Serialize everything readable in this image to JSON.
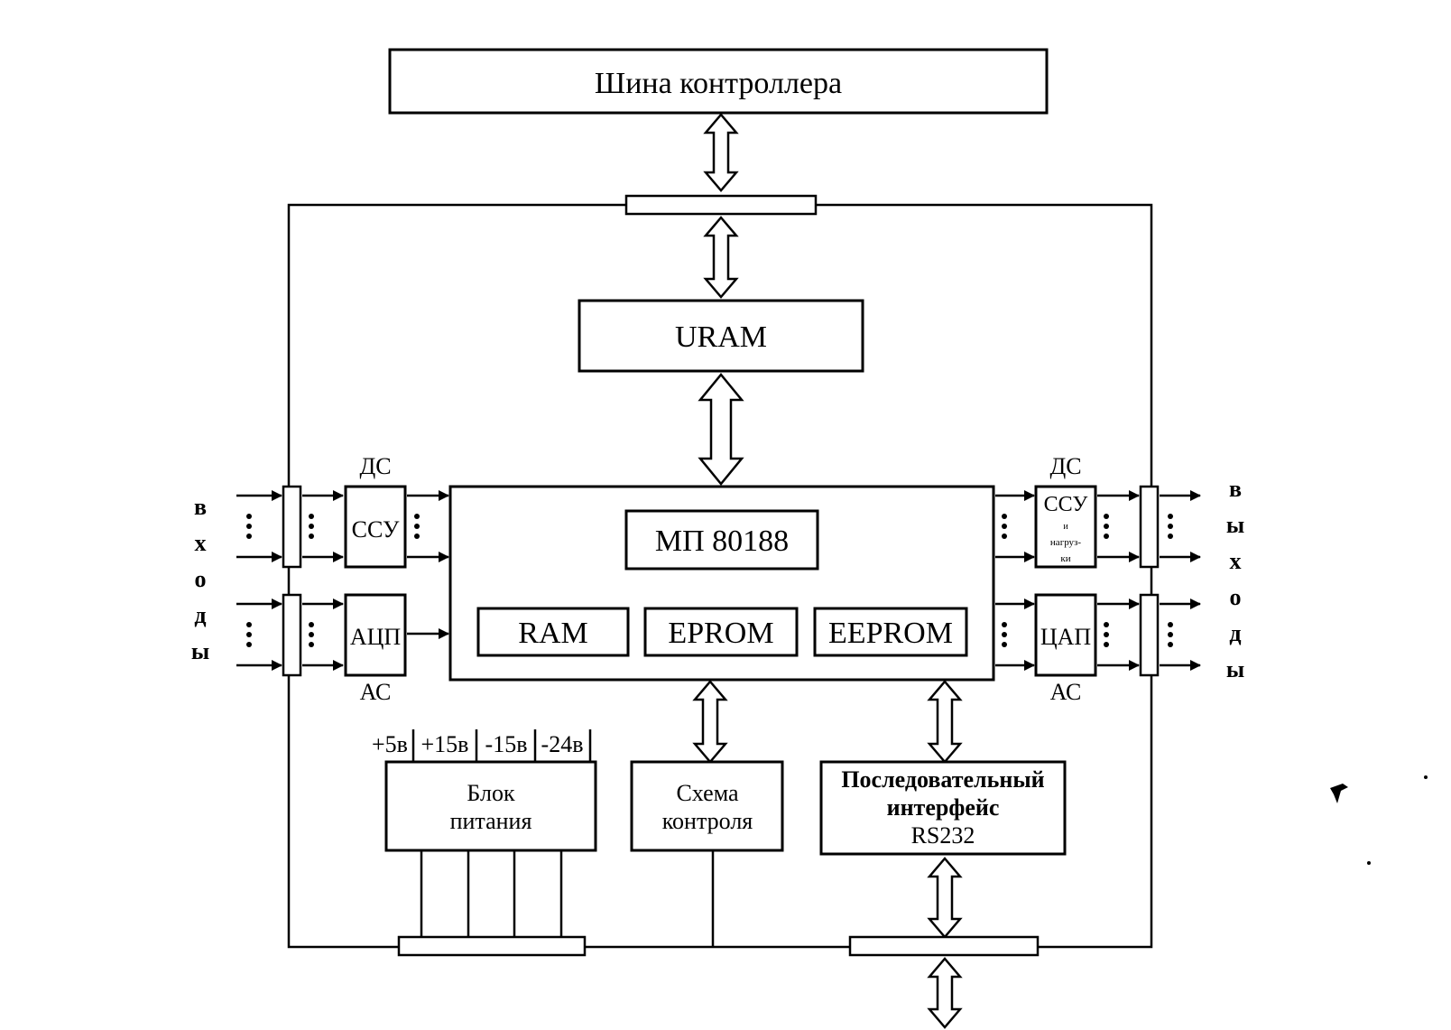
{
  "blocks": {
    "controller_bus": "Шина контроллера",
    "uram": "URAM",
    "cpu": "МП 80188",
    "ram": "RAM",
    "eprom": "EPROM",
    "eeprom": "EEPROM",
    "ssu_in": "ССУ",
    "adc": "АЦП",
    "ssu_out": "ССУ",
    "ssu_out_sub1": "и",
    "ssu_out_sub2": "нагруз-",
    "ssu_out_sub3": "ки",
    "dac": "ЦАП",
    "power_line1": "Блок",
    "power_line2": "питания",
    "control_line1": "Схема",
    "control_line2": "контроля",
    "serial_line1": "Последовательный",
    "serial_line2": "интерфейс",
    "serial_line3": "RS232"
  },
  "labels": {
    "ds_left": "ДС",
    "as_left": "АС",
    "ds_right": "ДС",
    "as_right": "АС"
  },
  "voltages": [
    "+5в",
    "+15в",
    "-15в",
    "-24в"
  ],
  "inputs_letters": [
    "в",
    "х",
    "о",
    "д",
    "ы"
  ],
  "outputs_letters": [
    "в",
    "ы",
    "х",
    "о",
    "д",
    "ы"
  ]
}
